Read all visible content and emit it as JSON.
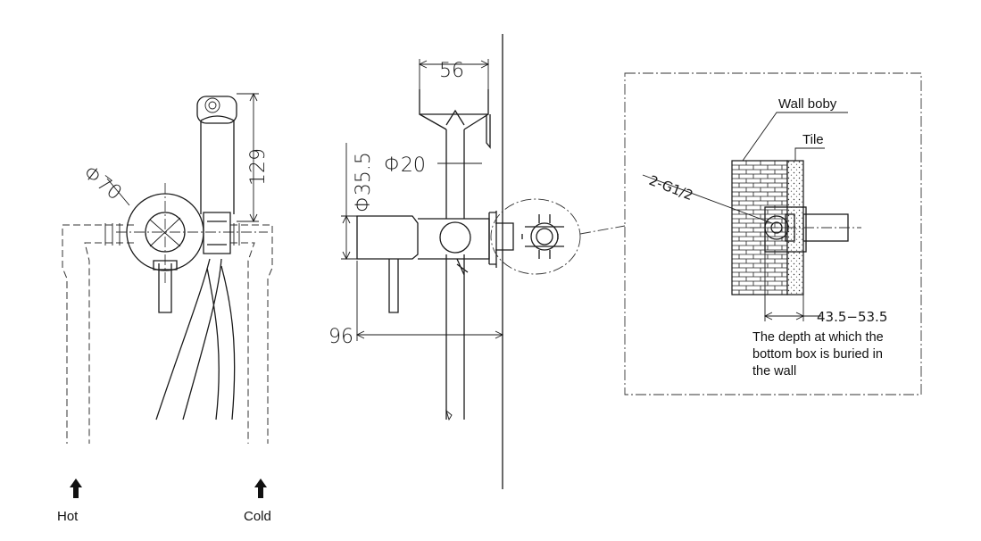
{
  "front_view": {
    "dim_diameter": "Φ70",
    "dim_height": "129",
    "inlet_hot": "Hot",
    "inlet_cold": "Cold"
  },
  "side_view": {
    "dim_top_width": "56",
    "dim_diameter_body": "Φ35.5",
    "dim_diameter_pipe": "Φ20",
    "dim_depth": "96"
  },
  "detail_view": {
    "wall_label": "Wall boby",
    "tile_label": "Tile",
    "thread_label": "2-G1/2",
    "depth_range": "43.5−53.5",
    "note_lines": [
      "The depth at which the",
      "bottom box is buried in",
      "the wall"
    ]
  }
}
